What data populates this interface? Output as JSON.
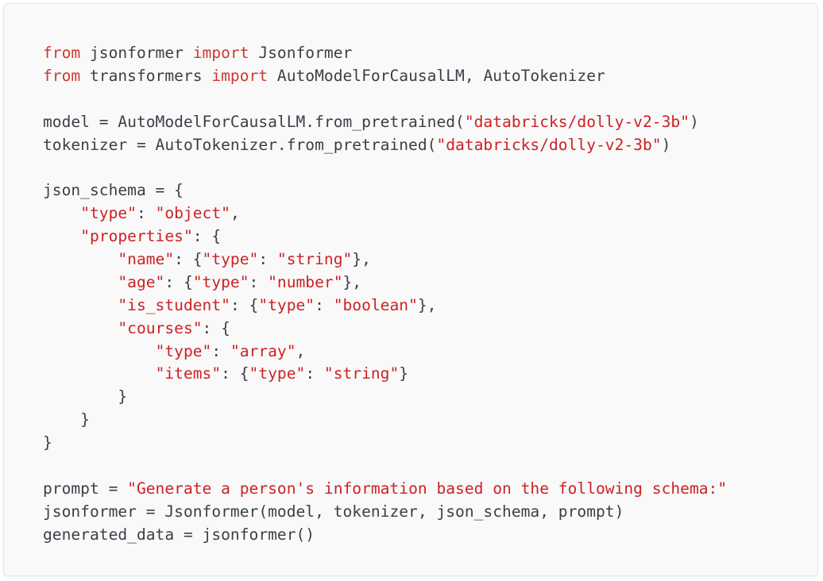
{
  "code": {
    "language": "python",
    "lines": [
      [
        {
          "t": "kw",
          "v": "from"
        },
        {
          "t": "plain",
          "v": " jsonformer "
        },
        {
          "t": "kw",
          "v": "import"
        },
        {
          "t": "plain",
          "v": " Jsonformer"
        }
      ],
      [
        {
          "t": "kw",
          "v": "from"
        },
        {
          "t": "plain",
          "v": " transformers "
        },
        {
          "t": "kw",
          "v": "import"
        },
        {
          "t": "plain",
          "v": " AutoModelForCausalLM, AutoTokenizer"
        }
      ],
      [],
      [
        {
          "t": "plain",
          "v": "model = AutoModelForCausalLM.from_pretrained("
        },
        {
          "t": "str",
          "v": "\"databricks/dolly-v2-3b\""
        },
        {
          "t": "plain",
          "v": ")"
        }
      ],
      [
        {
          "t": "plain",
          "v": "tokenizer = AutoTokenizer.from_pretrained("
        },
        {
          "t": "str",
          "v": "\"databricks/dolly-v2-3b\""
        },
        {
          "t": "plain",
          "v": ")"
        }
      ],
      [],
      [
        {
          "t": "plain",
          "v": "json_schema = {"
        }
      ],
      [
        {
          "t": "plain",
          "v": "    "
        },
        {
          "t": "str",
          "v": "\"type\""
        },
        {
          "t": "plain",
          "v": ": "
        },
        {
          "t": "str",
          "v": "\"object\""
        },
        {
          "t": "plain",
          "v": ","
        }
      ],
      [
        {
          "t": "plain",
          "v": "    "
        },
        {
          "t": "str",
          "v": "\"properties\""
        },
        {
          "t": "plain",
          "v": ": {"
        }
      ],
      [
        {
          "t": "plain",
          "v": "        "
        },
        {
          "t": "str",
          "v": "\"name\""
        },
        {
          "t": "plain",
          "v": ": {"
        },
        {
          "t": "str",
          "v": "\"type\""
        },
        {
          "t": "plain",
          "v": ": "
        },
        {
          "t": "str",
          "v": "\"string\""
        },
        {
          "t": "plain",
          "v": "},"
        }
      ],
      [
        {
          "t": "plain",
          "v": "        "
        },
        {
          "t": "str",
          "v": "\"age\""
        },
        {
          "t": "plain",
          "v": ": {"
        },
        {
          "t": "str",
          "v": "\"type\""
        },
        {
          "t": "plain",
          "v": ": "
        },
        {
          "t": "str",
          "v": "\"number\""
        },
        {
          "t": "plain",
          "v": "},"
        }
      ],
      [
        {
          "t": "plain",
          "v": "        "
        },
        {
          "t": "str",
          "v": "\"is_student\""
        },
        {
          "t": "plain",
          "v": ": {"
        },
        {
          "t": "str",
          "v": "\"type\""
        },
        {
          "t": "plain",
          "v": ": "
        },
        {
          "t": "str",
          "v": "\"boolean\""
        },
        {
          "t": "plain",
          "v": "},"
        }
      ],
      [
        {
          "t": "plain",
          "v": "        "
        },
        {
          "t": "str",
          "v": "\"courses\""
        },
        {
          "t": "plain",
          "v": ": {"
        }
      ],
      [
        {
          "t": "plain",
          "v": "            "
        },
        {
          "t": "str",
          "v": "\"type\""
        },
        {
          "t": "plain",
          "v": ": "
        },
        {
          "t": "str",
          "v": "\"array\""
        },
        {
          "t": "plain",
          "v": ","
        }
      ],
      [
        {
          "t": "plain",
          "v": "            "
        },
        {
          "t": "str",
          "v": "\"items\""
        },
        {
          "t": "plain",
          "v": ": {"
        },
        {
          "t": "str",
          "v": "\"type\""
        },
        {
          "t": "plain",
          "v": ": "
        },
        {
          "t": "str",
          "v": "\"string\""
        },
        {
          "t": "plain",
          "v": "}"
        }
      ],
      [
        {
          "t": "plain",
          "v": "        }"
        }
      ],
      [
        {
          "t": "plain",
          "v": "    }"
        }
      ],
      [
        {
          "t": "plain",
          "v": "}"
        }
      ],
      [],
      [
        {
          "t": "plain",
          "v": "prompt = "
        },
        {
          "t": "str",
          "v": "\"Generate a person's information based on the following schema:\""
        }
      ],
      [
        {
          "t": "plain",
          "v": "jsonformer = Jsonformer(model, tokenizer, json_schema, prompt)"
        }
      ],
      [
        {
          "t": "plain",
          "v": "generated_data = jsonformer()"
        }
      ]
    ]
  },
  "colors": {
    "keyword": "#cc3a2f",
    "string": "#cc2222",
    "text": "#3b3f46",
    "background": "#f9f9fa",
    "border": "#e6e6e9"
  }
}
